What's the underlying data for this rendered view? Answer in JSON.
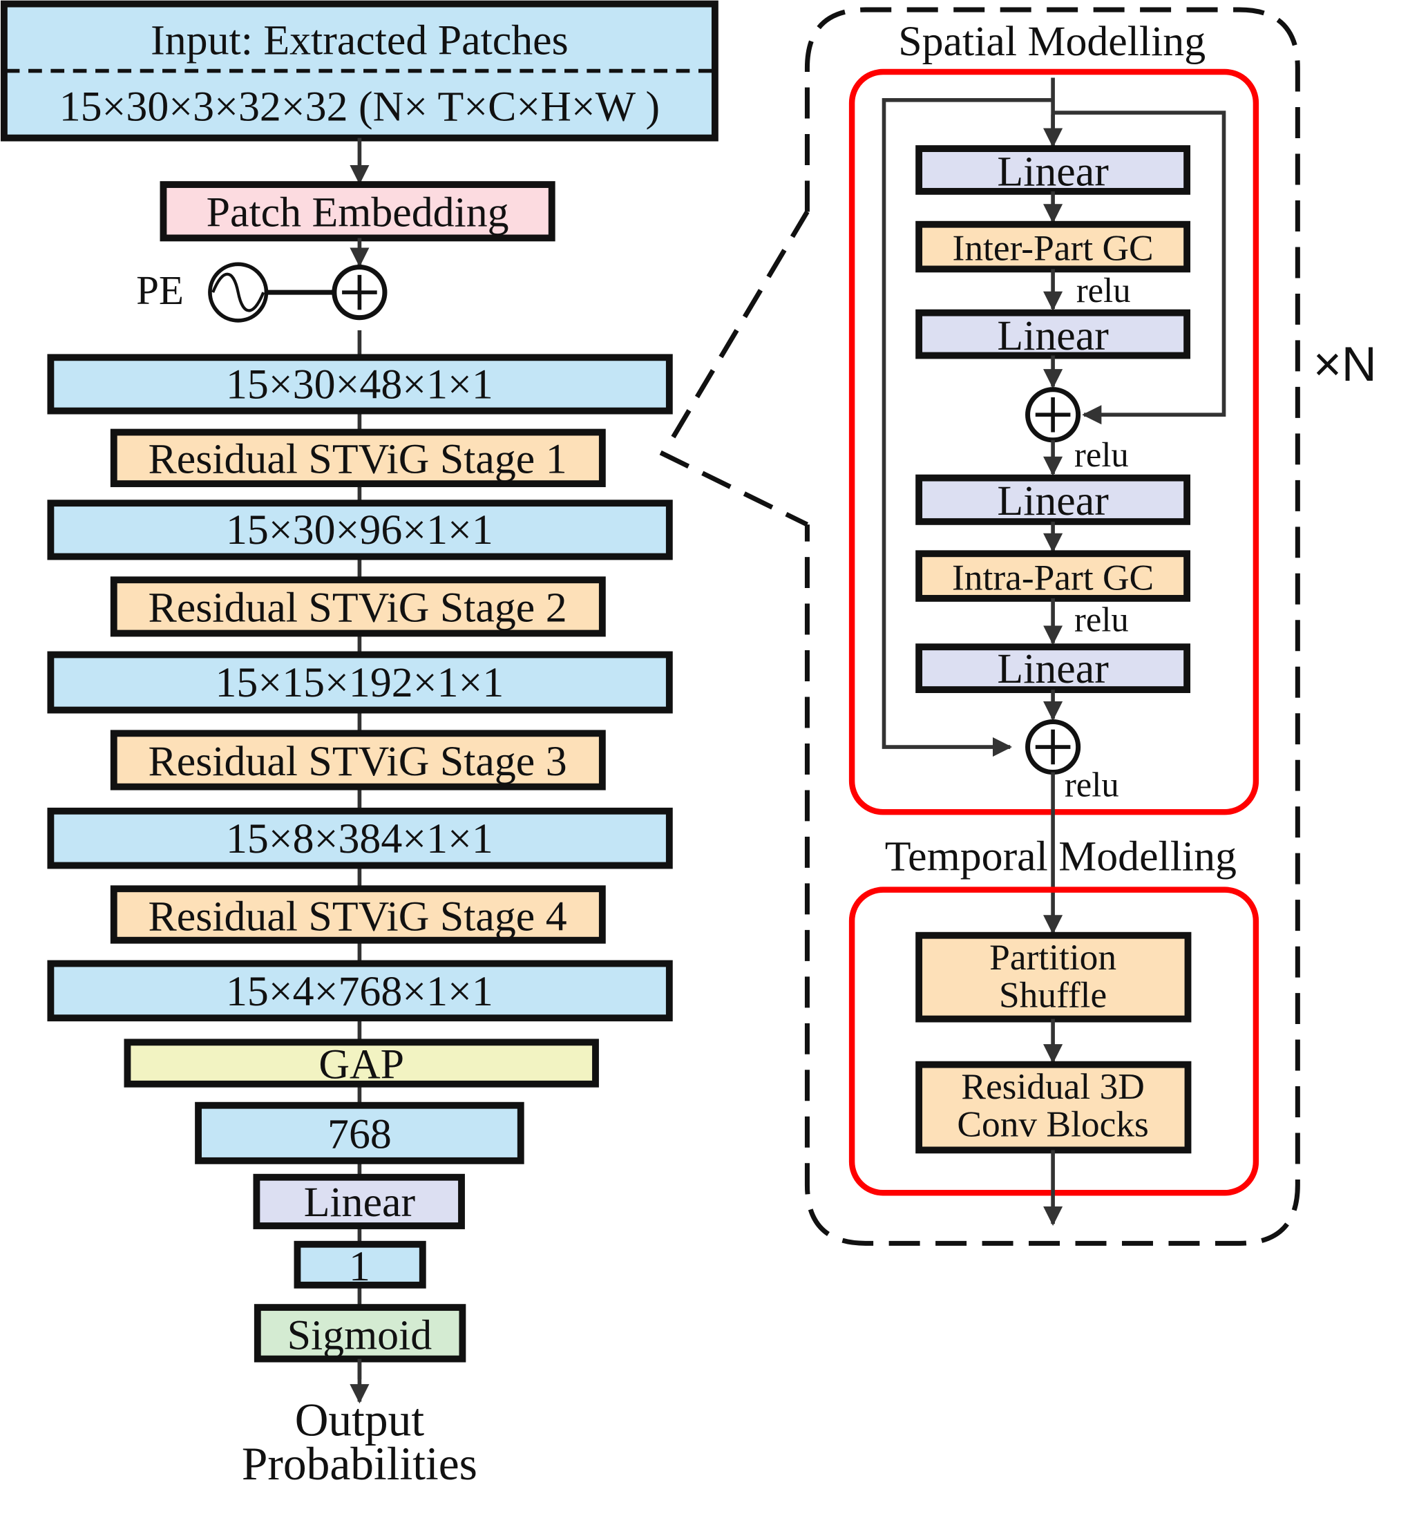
{
  "colors": {
    "tensor": "#c3e5f6",
    "embed": "#fcdbe0",
    "stage": "#fde0b8",
    "linear": "#dcdff2",
    "gap": "#f2f3c2",
    "sigmoid": "#d4ebd2",
    "highlight": "#ff0000"
  },
  "left": {
    "input_title": "Input: Extracted Patches",
    "input_shape": "15×30×3×32×32 (N× T×C×H×W )",
    "patch_embedding": "Patch Embedding",
    "pe_label": "PE",
    "tensor_1": "15×30×48×1×1",
    "stage_1": "Residual STViG Stage 1",
    "tensor_2": "15×30×96×1×1",
    "stage_2": "Residual STViG Stage 2",
    "tensor_3": "15×15×192×1×1",
    "stage_3": "Residual STViG Stage 3",
    "tensor_4": "15×8×384×1×1",
    "stage_4": "Residual STViG Stage 4",
    "tensor_5": "15×4×768×1×1",
    "gap": "GAP",
    "vector": "768",
    "linear": "Linear",
    "scalar": "1",
    "sigmoid": "Sigmoid",
    "output_line1": "Output",
    "output_line2": "Probabilities"
  },
  "right": {
    "spatial_title": "Spatial Modelling",
    "linear_1": "Linear",
    "inter_part_gc": "Inter-Part GC",
    "relu_1": "relu",
    "linear_2": "Linear",
    "relu_2": "relu",
    "linear_3": "Linear",
    "intra_part_gc": "Intra-Part GC",
    "relu_3": "relu",
    "linear_4": "Linear",
    "relu_4": "relu",
    "temporal_title": "Temporal Modelling",
    "partition_line1": "Partition",
    "partition_line2": "Shuffle",
    "res3d_line1": "Residual 3D",
    "res3d_line2": "Conv Blocks",
    "repeat": "×N"
  }
}
